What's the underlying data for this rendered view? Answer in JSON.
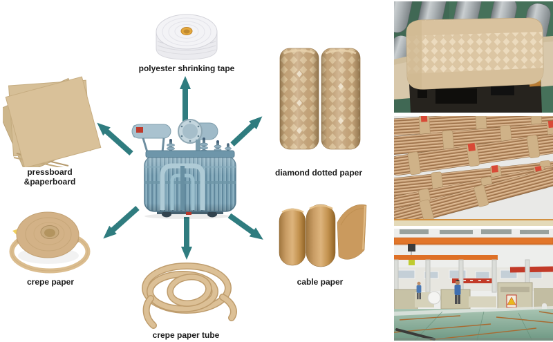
{
  "labels": {
    "polyester": "polyester shrinking tape",
    "pressboard": "pressboard &paperboard",
    "diamond": "diamond dotted paper",
    "crepe": "crepe paper",
    "tube": "crepe paper tube",
    "cable": "cable paper"
  },
  "colors": {
    "arrow": "#2F7C7F",
    "label_text": "#1A1A1A",
    "kraft": "#C9A87D",
    "kraft_dark": "#C2955C",
    "tape_core": "#E5A93E",
    "transformer_blue": "#7FA6B8"
  },
  "photos": [
    {
      "name": "diamond-dotted-paper-wrapped-coil-photo"
    },
    {
      "name": "insulation-paper-tube-bundles-photo"
    },
    {
      "name": "factory-workshop-photo"
    }
  ]
}
